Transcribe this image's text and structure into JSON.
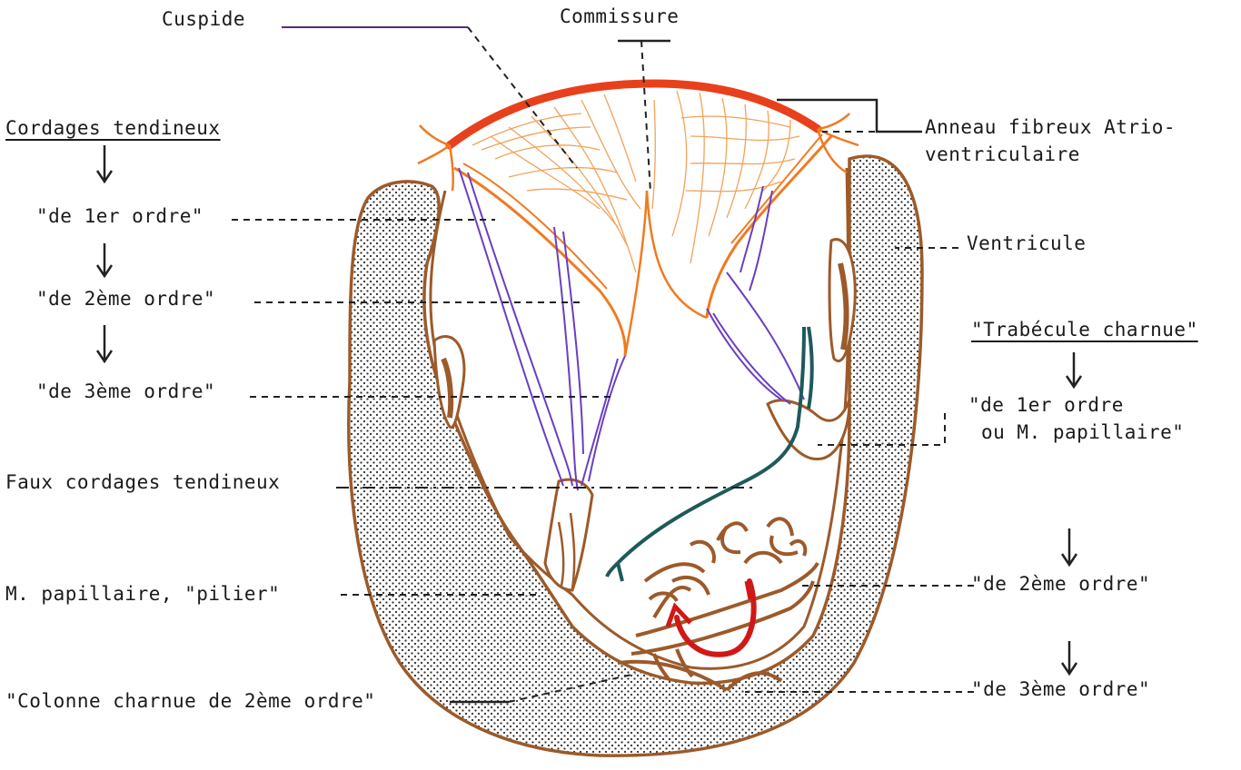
{
  "labels": {
    "cuspide": "Cuspide",
    "commissure": "Commissure",
    "anneau_line1": "Anneau fibreux Atrio-",
    "anneau_line2": "ventriculaire",
    "ventricule": "Ventricule",
    "cordages_title": "Cordages tendineux",
    "cord_1": "\"de 1er ordre\"",
    "cord_2": "\"de 2ème ordre\"",
    "cord_3": "\"de 3ème ordre\"",
    "faux_cordages": "Faux cordages tendineux",
    "papillaire": "M. papillaire, \"pilier\"",
    "colonne": "\"Colonne charnue de 2ème ordre\"",
    "trabecule_title": "\"Trabécule charnue\"",
    "trab_1_line1": "\"de 1er ordre",
    "trab_1_line2": "ou M. papillaire\"",
    "trab_2": "\"de 2ème ordre\"",
    "trab_3": "\"de 3ème ordre\""
  },
  "colors": {
    "wall": "#9c5a2a",
    "stipple": "#333333",
    "annulus": "#e8401c",
    "leaflet": "#f07a22",
    "leaflet_fine": "#f2a25a",
    "chordae": "#6a3fc0",
    "false_chord": "#1e5a5a",
    "red_arrow": "#d01818",
    "leader": "#222222",
    "label_line": "#5a2a7a"
  }
}
